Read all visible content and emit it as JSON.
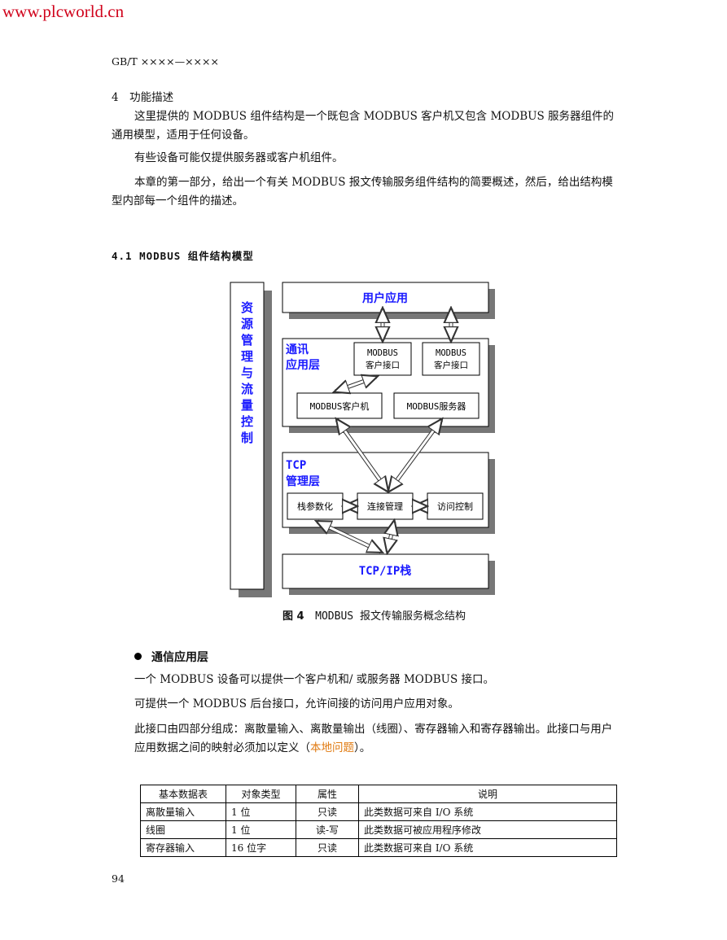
{
  "watermark": "www.plcworld.cn",
  "standard_header": "GB/T ××××—××××",
  "section4": {
    "heading": "4　功能描述",
    "paragraphs": [
      "这里提供的 MODBUS 组件结构是一个既包含 MODBUS 客户机又包含 MODBUS 服务器组件的通用模型，适用于任何设备。",
      "有些设备可能仅提供服务器或客户机组件。",
      "本章的第一部分，给出一个有关 MODBUS 报文传输服务组件结构的简要概述，然后，给出结构模型内部每一个组件的描述。"
    ]
  },
  "section41_heading": "4.1  MODBUS 组件结构模型",
  "diagram": {
    "side_label": "资源管理与流量控制",
    "user_app": "用户应用",
    "comm_layer_line1": "通讯",
    "comm_layer_line2": "应用层",
    "client_iface1_line1": "MODBUS",
    "client_iface1_line2": "客户接口",
    "client_iface2_line1": "MODBUS",
    "client_iface2_line2": "客户接口",
    "modbus_client": "MODBUS客户机",
    "modbus_server": "MODBUS服务器",
    "tcp_layer_line1": "TCP",
    "tcp_layer_line2": "管理层",
    "stack_param": "栈参数化",
    "conn_mgmt": "连接管理",
    "access_ctrl": "访问控制",
    "tcpip_stack": "TCP/IP栈"
  },
  "figure_caption": {
    "label": "图 4",
    "text": "MODBUS 报文传输服务概念结构"
  },
  "bullet": {
    "heading": "通信应用层",
    "lines": [
      "一个 MODBUS 设备可以提供一个客户机和/ 或服务器 MODBUS 接口。",
      "可提供一个 MODBUS 后台接口，允许间接的访问用户应用对象。",
      "此接口由四部分组成：离散量输入、离散量输出（线圈）、寄存器输入和寄存器输出。此接口与用户应用数据之间的映射必须加以定义（"
    ],
    "highlight": "本地问题",
    "tail": "）。"
  },
  "table": {
    "headers": [
      "基本数据表",
      "对象类型",
      "属性",
      "说明"
    ],
    "rows": [
      [
        "离散量输入",
        "1 位",
        "只读",
        "此类数据可来自 I/O 系统"
      ],
      [
        "线圈",
        "1 位",
        "读-写",
        "此类数据可被应用程序修改"
      ],
      [
        "寄存器输入",
        "16 位字",
        "只读",
        "此类数据可来自 I/O 系统"
      ]
    ]
  },
  "page_number": "94",
  "colors": {
    "watermark": "#d0021b",
    "diagram_text": "#1a1aff",
    "highlight": "#e07a10"
  }
}
